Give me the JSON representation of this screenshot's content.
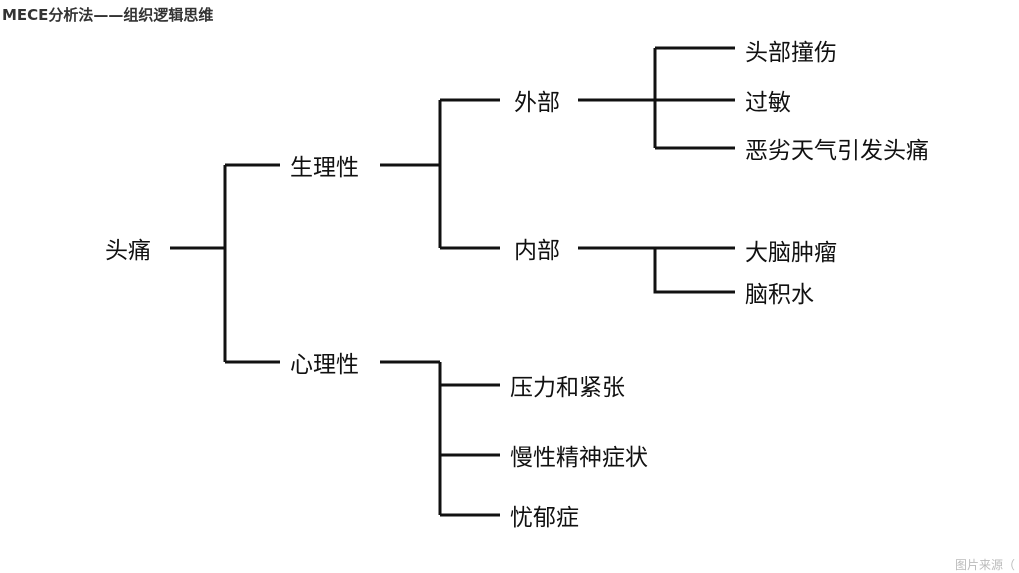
{
  "title": "MECE分析法——组织逻辑思维",
  "caption": "图片来源（",
  "tree": {
    "root": "头痛",
    "physiological": "生理性",
    "psychological": "心理性",
    "external": "外部",
    "internal": "内部",
    "external_leaves": [
      "头部撞伤",
      "过敏",
      "恶劣天气引发头痛"
    ],
    "internal_leaves": [
      "大脑肿瘤",
      "脑积水"
    ],
    "psychological_leaves": [
      "压力和紧张",
      "慢性精神症状",
      "忧郁症"
    ]
  }
}
